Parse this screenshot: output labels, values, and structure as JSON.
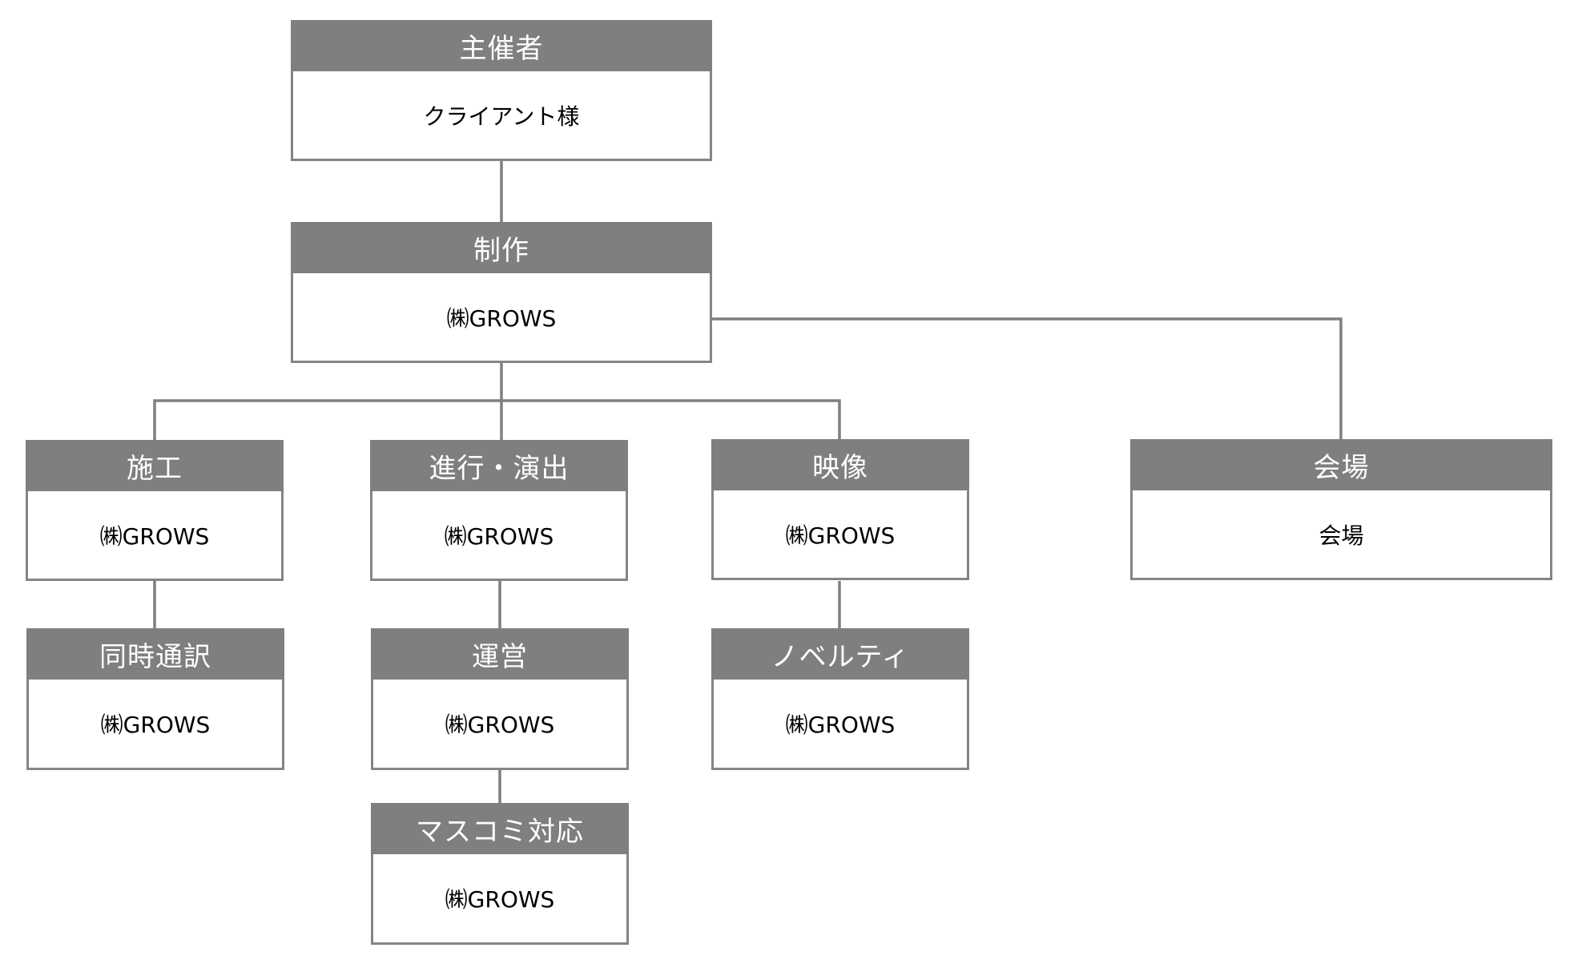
{
  "colors": {
    "header_fill": "#7f7f7f",
    "header_text": "#ffffff",
    "border": "#858585",
    "connector": "#7f7f7f",
    "body_text": "#000000"
  },
  "nodes": {
    "organizer": {
      "role": "主催者",
      "entity": "クライアント様"
    },
    "production": {
      "role": "制作",
      "entity": "㈱GROWS"
    },
    "construction": {
      "role": "施工",
      "entity": "㈱GROWS"
    },
    "direction": {
      "role": "進行・演出",
      "entity": "㈱GROWS"
    },
    "video": {
      "role": "映像",
      "entity": "㈱GROWS"
    },
    "venue": {
      "role": "会場",
      "entity": "会場"
    },
    "interpretation": {
      "role": "同時通訳",
      "entity": "㈱GROWS"
    },
    "operation": {
      "role": "運営",
      "entity": "㈱GROWS"
    },
    "novelty": {
      "role": "ノベルティ",
      "entity": "㈱GROWS"
    },
    "press": {
      "role": "マスコミ対応",
      "entity": "㈱GROWS"
    }
  }
}
